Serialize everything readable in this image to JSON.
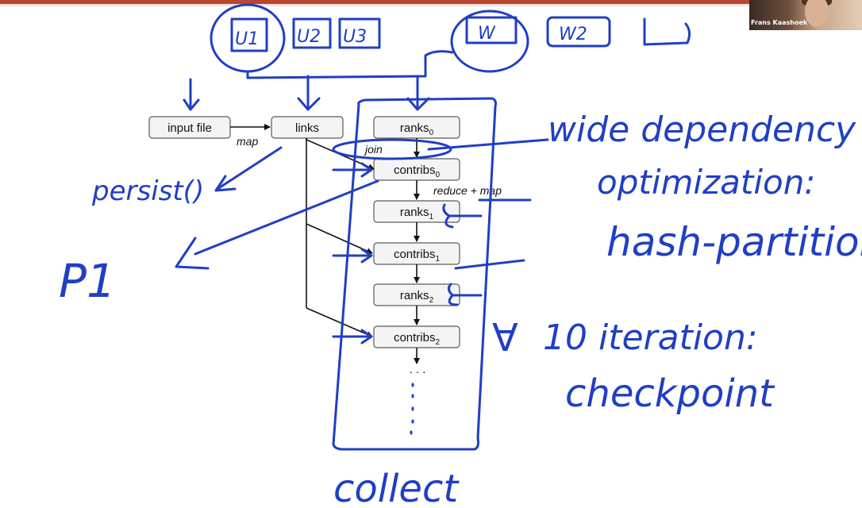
{
  "diagram": {
    "nodes": {
      "input_file": "input file",
      "links": "links",
      "ranks0": {
        "base": "ranks",
        "sub": "0"
      },
      "contribs0": {
        "base": "contribs",
        "sub": "0"
      },
      "ranks1": {
        "base": "ranks",
        "sub": "1"
      },
      "contribs1": {
        "base": "contribs",
        "sub": "1"
      },
      "ranks2": {
        "base": "ranks",
        "sub": "2"
      },
      "contribs2": {
        "base": "contribs",
        "sub": "2"
      }
    },
    "edge_labels": {
      "map": "map",
      "join": "join",
      "reduce_map": "reduce + map"
    },
    "ellipsis": ". . ."
  },
  "annotations": {
    "u1": "U1",
    "u2": "U2",
    "u3": "U3",
    "w1": "W",
    "w2": "W2",
    "persist": "persist()",
    "p1": "P1",
    "wide_dependency": "wide dependency",
    "optimization": "optimization:",
    "hash_partition": "hash-partition",
    "forall": "∀",
    "ten_iteration": "10 iteration:",
    "checkpoint": "checkpoint",
    "collect": "collect"
  },
  "ink_color": "#1f3fc4",
  "webcam": {
    "name": "Frans Kaashoek"
  }
}
